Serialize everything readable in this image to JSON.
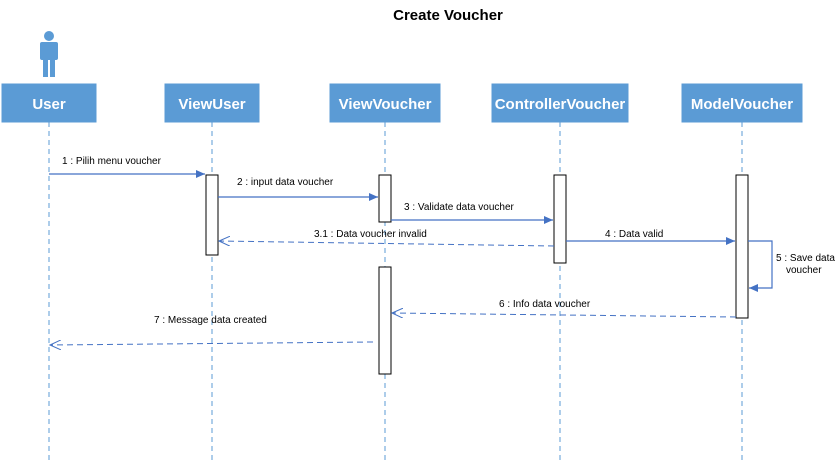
{
  "title": "Create Voucher",
  "participants": [
    {
      "id": "user",
      "label": "User"
    },
    {
      "id": "viewuser",
      "label": "ViewUser"
    },
    {
      "id": "viewvoucher",
      "label": "ViewVoucher"
    },
    {
      "id": "controllervoucher",
      "label": "ControllerVoucher"
    },
    {
      "id": "modelvoucher",
      "label": "ModelVoucher"
    }
  ],
  "messages": [
    {
      "label": "1 : Pilih menu voucher"
    },
    {
      "label": "2 : input data voucher"
    },
    {
      "label": "3 : Validate data voucher"
    },
    {
      "label": "3.1 : Data voucher invalid"
    },
    {
      "label": "4 : Data valid"
    },
    {
      "label_line1": "5 : Save data",
      "label_line2": "voucher"
    },
    {
      "label": "6 : Info data voucher"
    },
    {
      "label": "7 : Message data created"
    }
  ],
  "colors": {
    "participant_box": "#5b9bd5",
    "message_line": "#4472c4",
    "lifeline": "#5b9bd5"
  }
}
